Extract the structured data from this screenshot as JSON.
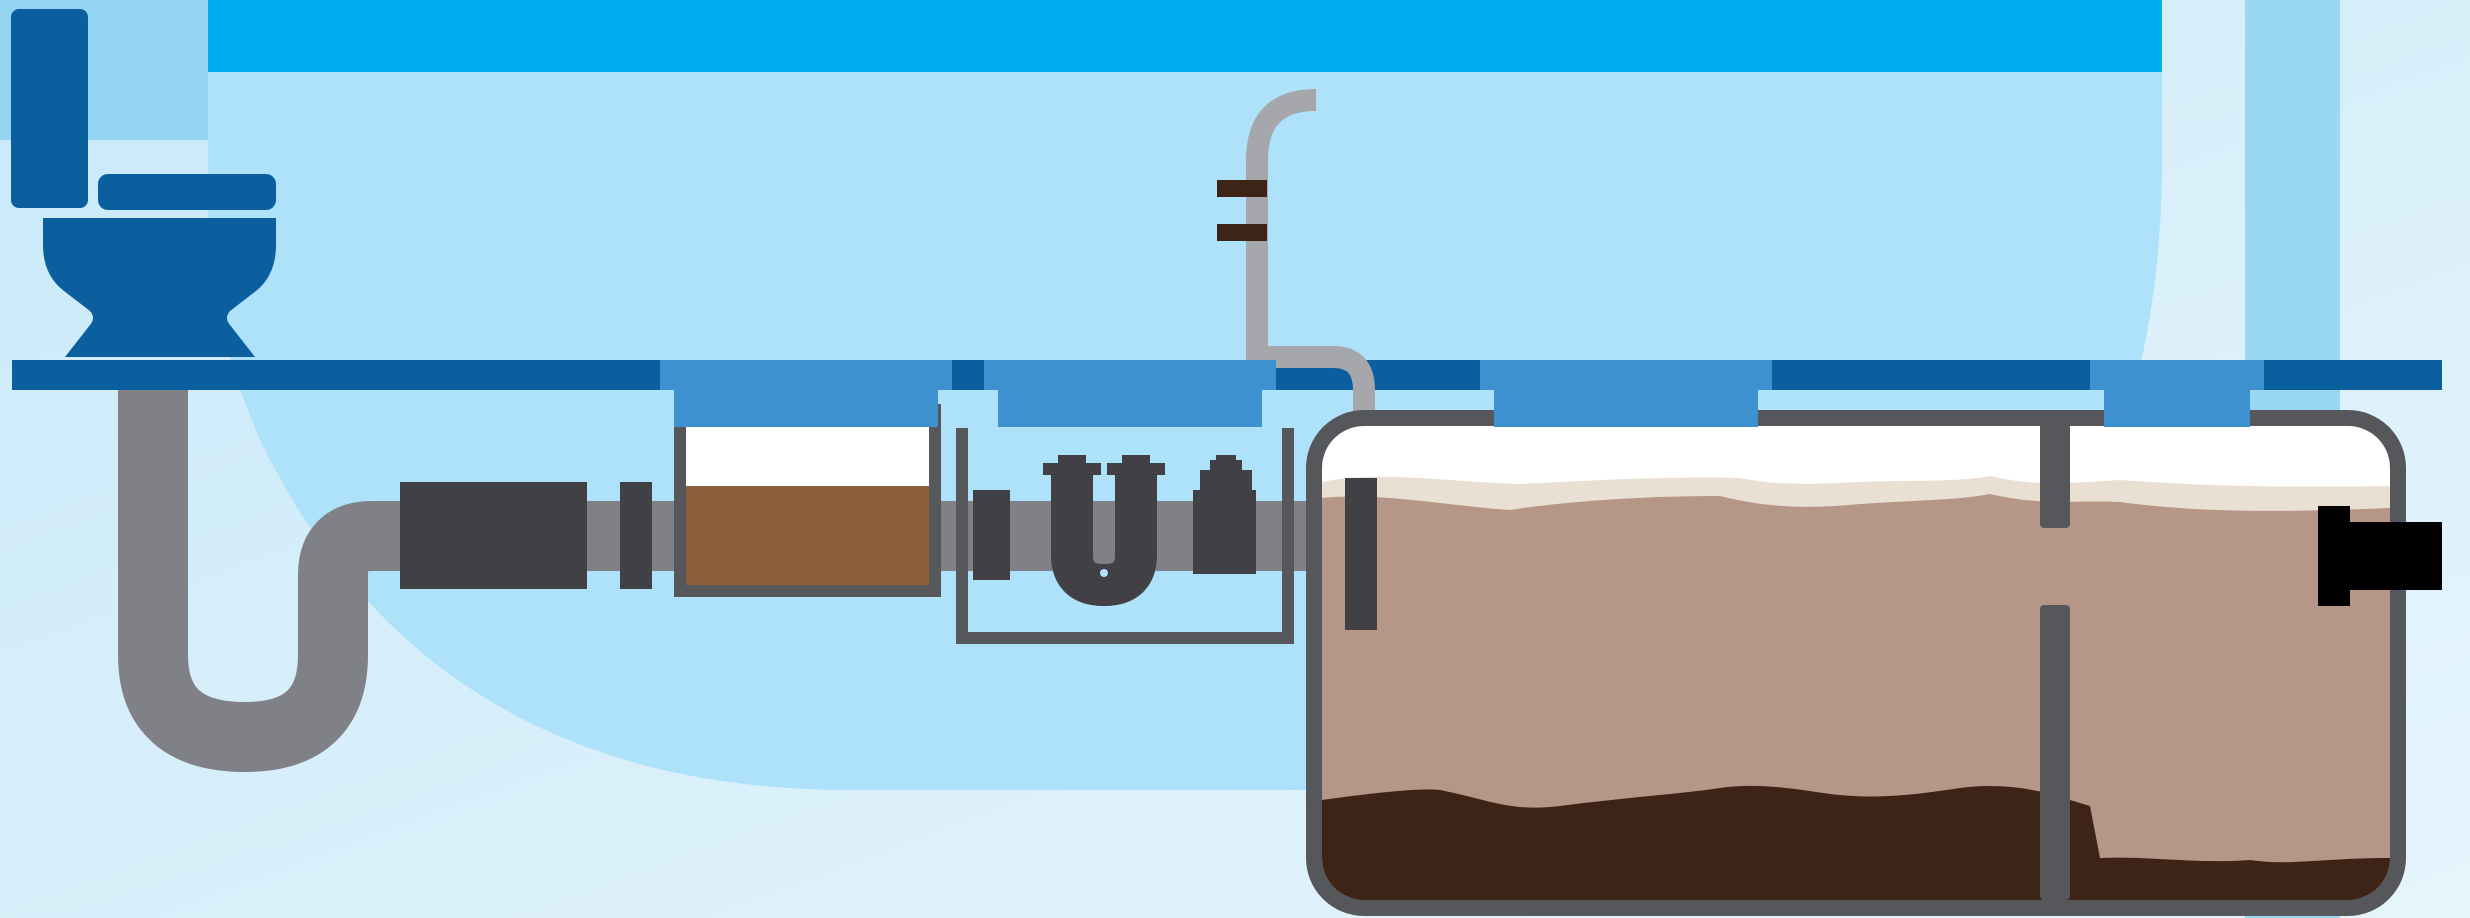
{
  "diagram": {
    "subject": "septic-system-cross-section",
    "components": [
      {
        "id": "toilet",
        "icon": "toilet-icon"
      },
      {
        "id": "p-trap",
        "icon": "pipe-trap-icon"
      },
      {
        "id": "pipe-fitting",
        "icon": "pipe-coupling-icon"
      },
      {
        "id": "inspection-chamber",
        "icon": "chamber-icon"
      },
      {
        "id": "grease-trap-fittings",
        "icon": "u-bend-icon"
      },
      {
        "id": "vent-pipe",
        "icon": "vent-pipe-icon"
      },
      {
        "id": "septic-tank",
        "icon": "tank-icon"
      },
      {
        "id": "outlet-pipe",
        "icon": "outlet-pipe-icon"
      }
    ],
    "colors": {
      "background": "#d3ecf9",
      "sky_panel": "#aee1fa",
      "sky_band": "#00adef",
      "ground_line": "#0b5f9e",
      "lid": "#3d91ce",
      "pipe_gray": "#808186",
      "fitting_dark": "#414045",
      "tank_wall": "#56575b",
      "scum_layer": "#e9e0d3",
      "liquid_layer": "#b69686",
      "sludge_layer": "#3d2416",
      "chamber_fill": "#8b5e3c",
      "vent_pipe": "#a6a7ab",
      "vent_clips": "#3d2416",
      "outlet": "#000000"
    }
  }
}
